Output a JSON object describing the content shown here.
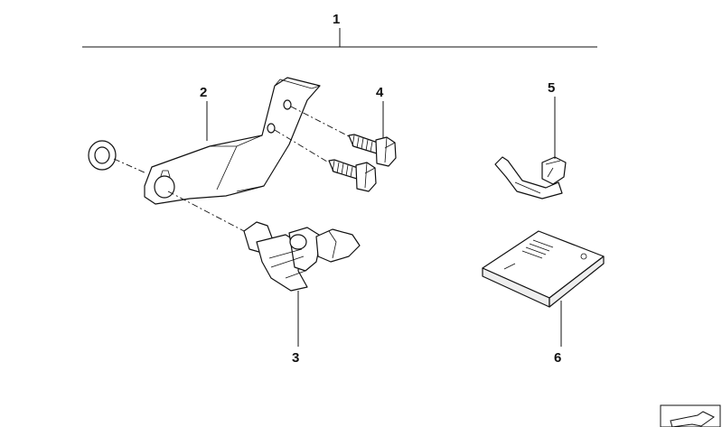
{
  "diagram": {
    "callouts": [
      {
        "id": "1",
        "label": "1"
      },
      {
        "id": "2",
        "label": "2"
      },
      {
        "id": "3",
        "label": "3"
      },
      {
        "id": "4",
        "label": "4"
      },
      {
        "id": "5",
        "label": "5"
      },
      {
        "id": "6",
        "label": "6"
      }
    ],
    "parts": [
      {
        "callout": "1"
      },
      {
        "callout": "2"
      },
      {
        "callout": "3"
      },
      {
        "callout": "4"
      },
      {
        "callout": "5"
      },
      {
        "callout": "6"
      }
    ],
    "colors": {
      "line": "#111111",
      "fill": "#ffffff",
      "book_shade": "#eeeeee"
    }
  }
}
